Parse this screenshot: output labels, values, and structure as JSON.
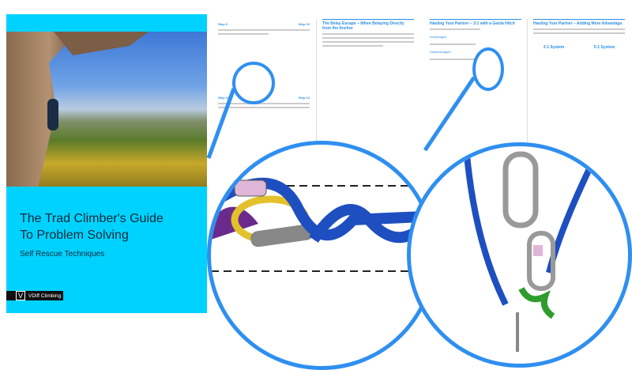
{
  "cover": {
    "title_line1": "The Trad Climber's Guide",
    "title_line2": "To Problem Solving",
    "subtitle": "Self Rescue Techniques",
    "publisher": "VDiff Climbing",
    "colors": {
      "background": "#00d2ff",
      "accent": "#2f8ff0"
    }
  },
  "pages": [
    {
      "steps": [
        "Step 9",
        "Step 10",
        "Step 11",
        "Step 12"
      ]
    },
    {
      "heading": "The Belay Escape – When Belaying Directly from the Anchor"
    },
    {
      "heading": "Hauling Your Partner – 3:1 with a Garda Hitch",
      "sections": [
        "Advantages",
        "Disadvantages"
      ]
    },
    {
      "heading": "Hauling Your Partner – Adding More Advantage",
      "systems": [
        "3:1 System",
        "5:1 System"
      ]
    }
  ],
  "magnifiers": [
    "belay-escape-knot-detail",
    "garda-hitch-detail"
  ]
}
